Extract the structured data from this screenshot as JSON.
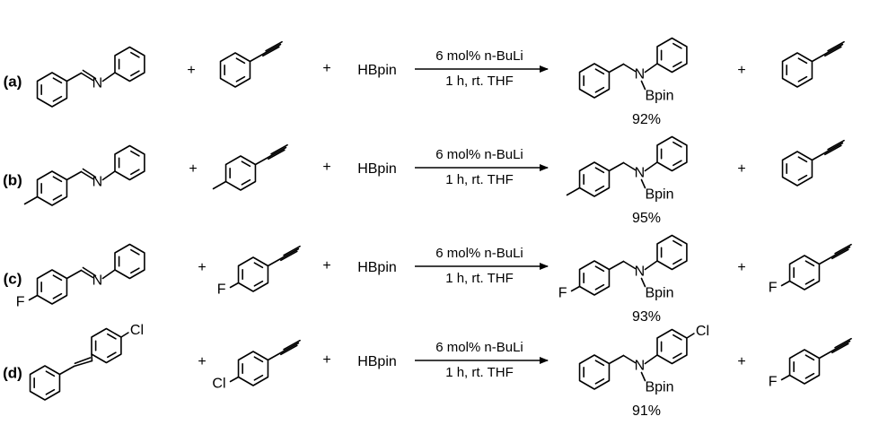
{
  "reactions": [
    {
      "label": "(a)",
      "reactant_imine": {
        "n": "N",
        "x_label": ""
      },
      "plus1": "+",
      "reactant_alkyne": {
        "x_label": ""
      },
      "plus2": "+",
      "reagent": "HBpin",
      "condition_top": "6 mol% n-BuLi",
      "condition_bottom": "1 h, rt. THF",
      "product": {
        "n": "N",
        "b": "Bpin",
        "x_label": "",
        "cl": ""
      },
      "yield": "92%",
      "plus3": "+",
      "byproduct": {
        "x_label": ""
      }
    },
    {
      "label": "(b)",
      "reactant_imine": {
        "n": "N",
        "x_label": ""
      },
      "plus1": "+",
      "reactant_alkyne": {
        "x_label": ""
      },
      "plus2": "+",
      "reagent": "HBpin",
      "condition_top": "6 mol% n-BuLi",
      "condition_bottom": "1 h, rt. THF",
      "product": {
        "n": "N",
        "b": "Bpin",
        "x_label": "",
        "cl": ""
      },
      "yield": "95%",
      "plus3": "+",
      "byproduct": {
        "x_label": ""
      }
    },
    {
      "label": "(c)",
      "reactant_imine": {
        "n": "N",
        "x_label": "F"
      },
      "plus1": "+",
      "reactant_alkyne": {
        "x_label": "F"
      },
      "plus2": "+",
      "reagent": "HBpin",
      "condition_top": "6 mol% n-BuLi",
      "condition_bottom": "1 h, rt. THF",
      "product": {
        "n": "N",
        "b": "Bpin",
        "x_label": "F",
        "cl": ""
      },
      "yield": "93%",
      "plus3": "+",
      "byproduct": {
        "x_label": "F"
      }
    },
    {
      "label": "(d)",
      "reactant_imine": {
        "n": "",
        "x_label": "Cl"
      },
      "plus1": "+",
      "reactant_alkyne": {
        "x_label": "Cl"
      },
      "plus2": "+",
      "reagent": "HBpin",
      "condition_top": "6 mol% n-BuLi",
      "condition_bottom": "1 h, rt. THF",
      "product": {
        "n": "N",
        "b": "Bpin",
        "x_label": "",
        "cl": "Cl"
      },
      "yield": "91%",
      "plus3": "+",
      "byproduct": {
        "x_label": "F"
      }
    }
  ]
}
